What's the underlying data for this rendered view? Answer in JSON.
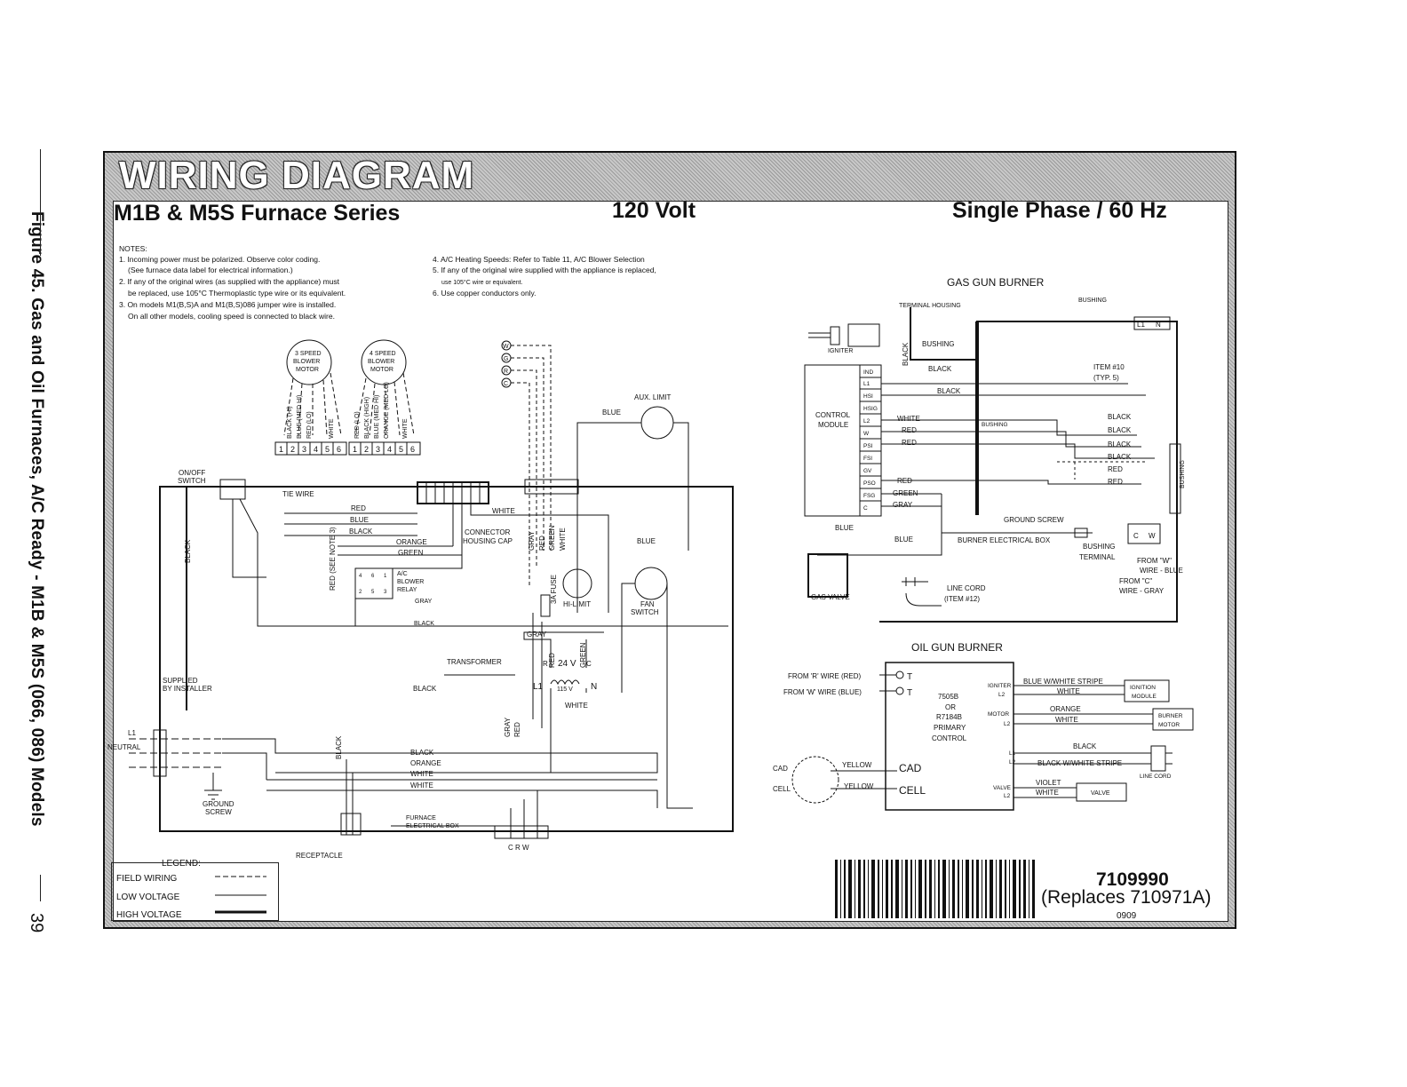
{
  "side_caption": "Figure 45. Gas and Oil Furnaces, A/C Ready - M1B & M5S (066, 086) Models",
  "page_number": "39",
  "header": {
    "title": "WIRING DIAGRAM",
    "series": "M1B & M5S Furnace Series",
    "voltage": "120 Volt",
    "phase": "Single Phase / 60 Hz"
  },
  "notes": {
    "heading": "NOTES:",
    "left": [
      "1. Incoming power must be polarized. Observe color coding.",
      "(See furnace data label for electrical information.)",
      "2. If any of the original wires (as supplied with the appliance) must",
      "be replaced, use 105°C Thermoplastic type wire or its equivalent.",
      "3. On models M1(B,S)A and M1(B,S)086 jumper wire is installed.",
      "On all other models, cooling speed is connected to black wire."
    ],
    "right": [
      "4. A/C Heating Speeds: Refer to Table 11, A/C Blower Selection",
      "5. If any of the original wire supplied with the appliance is replaced,",
      "use 105°C wire or equivalent.",
      "6. Use copper conductors only."
    ]
  },
  "motors": {
    "three_speed": [
      "3 SPEED",
      "BLOWER",
      "MOTOR"
    ],
    "four_speed": [
      "4 SPEED",
      "BLOWER",
      "MOTOR"
    ],
    "three_speed_wires": [
      "BLACK (HI)",
      "BLUE (MED HI)",
      "RED (LO)",
      "",
      "WHITE"
    ],
    "four_speed_wires": [
      "RED (LO)",
      "BLACK (HIGH)",
      "BLUE (MED HI)",
      "ORANGE (MED LO)",
      "WHITE"
    ],
    "terminals": [
      "1",
      "2",
      "3",
      "4",
      "5",
      "6"
    ]
  },
  "furnace": {
    "on_off_switch": [
      "ON/OFF",
      "SWITCH"
    ],
    "tie_wire": "TIE WIRE",
    "wire_red": "RED",
    "wire_blue": "BLUE",
    "wire_black": "BLACK",
    "wire_white": "WHITE",
    "wire_orange": "ORANGE",
    "wire_green": "GREEN",
    "wire_gray": "GRAY",
    "connector_housing_cap": [
      "CONNECTOR",
      "HOUSING CAP"
    ],
    "vert_gray": "GRAY",
    "vert_red": "RED",
    "vert_green": "GREEN",
    "vert_white": "WHITE",
    "see_note": "RED (SEE NOTE 3)",
    "ac_relay": [
      "A/C",
      "BLOWER",
      "RELAY"
    ],
    "relay_pins": [
      "4",
      "6",
      "1",
      "2",
      "5",
      "3"
    ],
    "aux_limit": "AUX. LIMIT",
    "hi_limit": "HI-LIMIT",
    "fuse": "3A FUSE",
    "fan_switch": [
      "FAN",
      "SWITCH"
    ],
    "transformer": "TRANSFORMER",
    "v24": "24 V",
    "v115": "115 V",
    "l1": "L1",
    "n": "N",
    "r": "R",
    "c": "C",
    "supplied_by_installer": [
      "SUPPLIED",
      "BY INSTALLER"
    ],
    "neutral": "NEUTRAL",
    "ground_screw": [
      "GROUND",
      "SCREW"
    ],
    "receptacle": "RECEPTACLE",
    "furnace_box": [
      "FURNACE",
      "ELECTRICAL BOX"
    ],
    "crw": "C  R  W",
    "terminals_wgrc": [
      "W",
      "G",
      "R",
      "C"
    ],
    "bottom_wires": [
      "BLACK",
      "ORANGE",
      "WHITE",
      "WHITE"
    ]
  },
  "legend": {
    "title": "LEGEND:",
    "items": [
      "FIELD WIRING",
      "LOW VOLTAGE",
      "HIGH VOLTAGE"
    ]
  },
  "gas_gun": {
    "title": "GAS GUN BURNER",
    "terminal_housing": "TERMINAL HOUSING",
    "igniter": "IGNITER",
    "bushing_top": "BUSHING",
    "bushing": "BUSHING",
    "bushing_mid": "BUSHING",
    "control_module": [
      "CONTROL",
      "MODULE"
    ],
    "module_pins": [
      "IND",
      "L1",
      "HSI",
      "HSIG",
      "L2",
      "W",
      "PSI",
      "FSI",
      "GV",
      "PSO",
      "FSG",
      "C"
    ],
    "wires_left": [
      "BLACK",
      "BLACK",
      "WHITE",
      "RED",
      "RED",
      "RED",
      "GREEN",
      "GRAY",
      "BLUE",
      "BLUE"
    ],
    "wires_right": [
      "BLACK",
      "BLACK",
      "BLACK",
      "BLACK",
      "RED",
      "RED"
    ],
    "vertical_black": "BLACK",
    "vertical_bushing": "BUSHING",
    "item10": [
      "ITEM #10",
      "(TYP. 5)"
    ],
    "ln": [
      "L1",
      "N"
    ],
    "ground_screw": "GROUND SCREW",
    "burner_box": "BURNER ELECTRICAL BOX",
    "bushing_bot": "BUSHING",
    "terminal": "TERMINAL",
    "cw": [
      "C",
      "W"
    ],
    "from_w": [
      "FROM \"W\"",
      "WIRE - BLUE",
      "FROM \"C\"",
      "WIRE - GRAY"
    ],
    "gas_valve": "GAS VALVE",
    "line_cord": [
      "LINE CORD",
      "(ITEM #12)"
    ]
  },
  "oil_gun": {
    "title": "OIL GUN BURNER",
    "from_r": "FROM 'R' WIRE (RED)",
    "from_w": "FROM 'W' WIRE (BLUE)",
    "t": "T",
    "primary": [
      "7505B",
      "OR",
      "R7184B",
      "PRIMARY",
      "CONTROL"
    ],
    "cad": "CAD",
    "cell": "CELL",
    "yellow": "YELLOW",
    "cad_label": "CAD",
    "cell_label": "CELL",
    "igniter": "IGNITER",
    "motor": "MOTOR",
    "l1": "L1",
    "l2": "L2",
    "valve": "VALVE",
    "wires": [
      "BLUE W/WHITE STRIPE",
      "WHITE",
      "ORANGE",
      "WHITE",
      "BLACK",
      "BLACK W/WHITE STRIPE",
      "VIOLET",
      "WHITE"
    ],
    "ignition_module": [
      "IGNITION",
      "MODULE"
    ],
    "burner_motor": [
      "BURNER",
      "MOTOR"
    ],
    "line_cord": "LINE CORD",
    "valve_box": "VALVE"
  },
  "part": {
    "number": "7109990",
    "replaces": "(Replaces 710971A)",
    "date": "0909"
  }
}
